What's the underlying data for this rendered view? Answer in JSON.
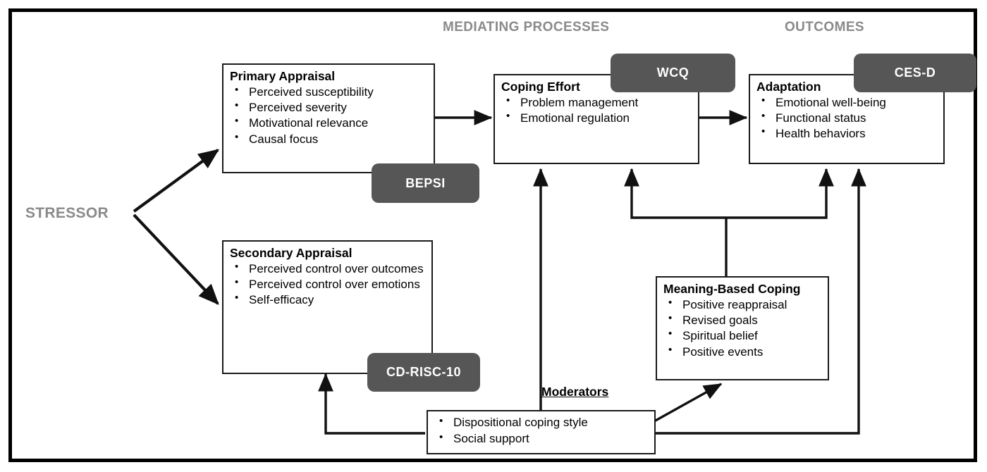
{
  "frame": {
    "border_color": "#000000",
    "background": "#ffffff"
  },
  "headers": [
    {
      "id": "mediating",
      "label": "MEDIATING PROCESSES",
      "color": "#8a8a8a"
    },
    {
      "id": "outcomes",
      "label": "OUTCOMES",
      "color": "#8a8a8a"
    }
  ],
  "stressor": {
    "label": "STRESSOR",
    "color": "#8a8a8a"
  },
  "boxes": {
    "primary_appraisal": {
      "title": "Primary Appraisal",
      "items": [
        "Perceived susceptibility",
        "Perceived severity",
        "Motivational relevance",
        "Causal focus"
      ]
    },
    "secondary_appraisal": {
      "title": "Secondary Appraisal",
      "items": [
        "Perceived control over outcomes",
        "Perceived control over emotions",
        "Self-efficacy"
      ]
    },
    "coping_effort": {
      "title": "Coping Effort",
      "items": [
        "Problem management",
        "Emotional regulation"
      ]
    },
    "adaptation": {
      "title": "Adaptation",
      "items": [
        "Emotional well-being",
        "Functional status",
        "Health behaviors"
      ]
    },
    "meaning_based_coping": {
      "title": "Meaning-Based Coping",
      "items": [
        "Positive reappraisal",
        "Revised goals",
        "Spiritual belief",
        "Positive events"
      ]
    },
    "moderators": {
      "title": "Moderators",
      "items": [
        "Dispositional coping style",
        "Social support"
      ]
    }
  },
  "badges": [
    {
      "id": "bepsi",
      "label": "BEPSI",
      "color": "#565656",
      "attached_to": "primary_appraisal"
    },
    {
      "id": "wcq",
      "label": "WCQ",
      "color": "#565656",
      "attached_to": "coping_effort"
    },
    {
      "id": "ces-d",
      "label": "CES-D",
      "color": "#565656",
      "attached_to": "adaptation"
    },
    {
      "id": "cd-risc-10",
      "label": "CD-RISC-10",
      "color": "#565656",
      "attached_to": "secondary_appraisal"
    }
  ],
  "connections": [
    {
      "from": "stressor",
      "to": "primary_appraisal",
      "style": "diagonal-arrow"
    },
    {
      "from": "stressor",
      "to": "secondary_appraisal",
      "style": "diagonal-arrow"
    },
    {
      "from": "primary_appraisal",
      "to": "coping_effort",
      "style": "straight-arrow"
    },
    {
      "from": "coping_effort",
      "to": "adaptation",
      "style": "straight-arrow"
    },
    {
      "from": "meaning_based_coping",
      "to": "coping_effort",
      "style": "elbow-arrow"
    },
    {
      "from": "meaning_based_coping",
      "to": "adaptation",
      "style": "elbow-arrow"
    },
    {
      "from": "moderators",
      "to": "coping_effort",
      "style": "vertical-arrow"
    },
    {
      "from": "moderators",
      "to": "adaptation",
      "style": "elbow-arrow"
    },
    {
      "from": "moderators",
      "to": "secondary_appraisal",
      "style": "elbow-arrow"
    },
    {
      "from": "moderators",
      "to": "meaning_based_coping",
      "style": "diagonal-arrow"
    }
  ]
}
